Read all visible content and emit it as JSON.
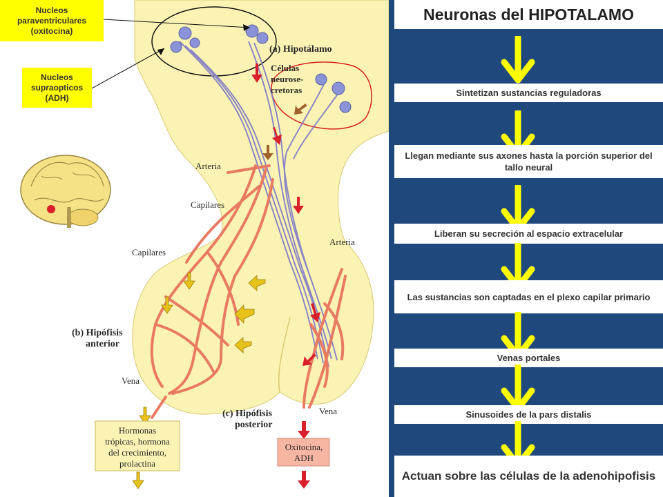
{
  "callouts": {
    "paraventricular": [
      "Nucleos",
      "paraventriculares",
      "(oxitocina)"
    ],
    "supraoptic": [
      "Nucleos",
      "supraopticos",
      "(ADH)"
    ]
  },
  "diagram_labels": {
    "hypothalamus": "(a) Hipotálamo",
    "neurosecretory": [
      "Células",
      "neurose-",
      "cretoras"
    ],
    "artery_top": "Arteria",
    "capillaries_top": "Capilares",
    "capillaries_mid": "Capilares",
    "artery_right": "Arteria",
    "anterior_pituitary": [
      "(b) Hipófisis",
      "anterior"
    ],
    "vein_left": "Vena",
    "posterior_pituitary": [
      "(c) Hipófisis",
      "posterior"
    ],
    "vein_right": "Vena",
    "hormones_box": [
      "Hormonas",
      "trópicas, hormona",
      "del crecimiento,",
      "prolactina"
    ],
    "oxytocin_box": [
      "Oxitocina,",
      "ADH"
    ]
  },
  "flow": {
    "title_prefix": "Neuronas del ",
    "title_emphasis": "HIPOTALAMO",
    "steps": [
      "Sintetizan sustancias reguladoras",
      "Llegan mediante sus axones hasta la porción superior del tallo neural",
      "Liberan su secreción al espacio extracelular",
      "Las sustancias son captadas en el plexo capilar primario",
      "Venas portales",
      "Sinusoides de la pars distalis"
    ],
    "final": "Actuan sobre las células de la adenohipofisis"
  },
  "colors": {
    "callout_bg": "#ffff00",
    "flow_bg": "#1f497d",
    "arrow": "#ffff00",
    "tissue": "#fbf3b4",
    "vessel": "#e87a62",
    "axon": "#8a86c4"
  }
}
